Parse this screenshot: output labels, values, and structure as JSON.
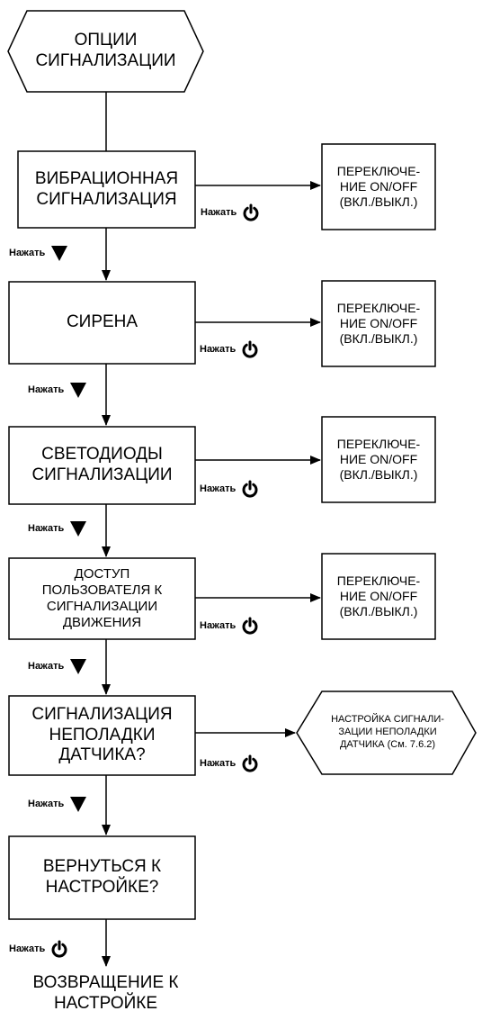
{
  "start": {
    "text": "ОПЦИИ\nСИГНАЛИЗАЦИИ"
  },
  "steps": [
    {
      "label": "ВИБРАЦИОННАЯ\nСИГНАЛИЗАЦИЯ",
      "action": "ПЕРЕКЛЮЧЕ-\nНИЕ ON/OFF\n(ВКЛ./ВЫКЛ.)"
    },
    {
      "label": "СИРЕНА",
      "action": "ПЕРЕКЛЮЧЕ-\nНИЕ ON/OFF\n(ВКЛ./ВЫКЛ.)"
    },
    {
      "label": "СВЕТОДИОДЫ\nСИГНАЛИЗАЦИИ",
      "action": "ПЕРЕКЛЮЧЕ-\nНИЕ ON/OFF\n(ВКЛ./ВЫКЛ.)"
    },
    {
      "label": "ДОСТУП\nПОЛЬЗОВАТЕЛЯ К\nСИГНАЛИЗАЦИИ\nДВИЖЕНИЯ",
      "action": "ПЕРЕКЛЮЧЕ-\nНИЕ ON/OFF\n(ВКЛ./ВЫКЛ.)"
    },
    {
      "label": "СИГНАЛИЗАЦИЯ\nНЕПОЛАДКИ\nДАТЧИКА?",
      "action": "НАСТРОЙКА СИГНАЛИ-\nЗАЦИИ НЕПОЛАДКИ\nДАТЧИКА (См. 7.6.2)"
    },
    {
      "label": "ВЕРНУТЬСЯ К\nНАСТРОЙКЕ?"
    }
  ],
  "press_label": "Нажать",
  "end": {
    "text": "ВОЗВРАЩЕНИЕ К\nНАСТРОЙКЕ"
  },
  "icons": {
    "power": "power-icon",
    "down": "down-triangle-icon"
  }
}
